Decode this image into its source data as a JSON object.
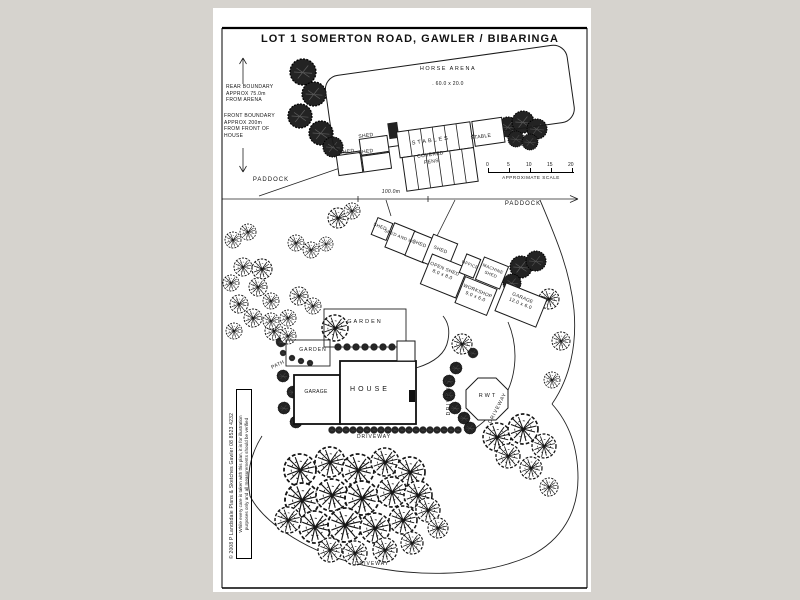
{
  "colors": {
    "surround": "#d6d3ce",
    "paper": "#ffffff",
    "ink": "#000000"
  },
  "title": "LOT 1 SOMERTON ROAD, GAWLER / BIBARINGA",
  "top_section": {
    "arena_label": "HORSE ARENA",
    "arena_dims": ". 60.0 x 20.0",
    "rear_boundary_note": "REAR BOUNDARY\nAPPROX 75.0m\nFROM ARENA",
    "front_boundary_note": "FRONT BOUNDARY\nAPPROX 200m\nFROM FRONT OF\nHOUSE",
    "paddock_left": "PADDOCK",
    "paddock_right": "PADDOCK",
    "boundary_dim": "100.0m",
    "buildings": {
      "shed1": "SHED",
      "shed2": "SHED",
      "shed3": "SHED",
      "stables": "STABLES",
      "stable": "STABLE",
      "covered_pens": "COVERED\nPENS"
    },
    "scalebar": {
      "ticks": [
        "0",
        "5",
        "10",
        "15",
        "20"
      ],
      "label": "APPROXIMATE SCALE"
    }
  },
  "homestead": {
    "buildings": {
      "shed_small": "SHED",
      "shed_wc": "SHED AND WC",
      "shed_a": "SHED",
      "shed_b": "SHED",
      "open_shed": "OPEN SHED\n8.0 x 8.0",
      "office": "OFFICE",
      "machine_shed": "MACHINE\nSHED",
      "workshop": "WORKSHOP\n9.0 x 6.0",
      "garage": "GARAGE\n12.0 x 6.0"
    },
    "garden_upper": "GARDEN",
    "garden_lower": "GARDEN",
    "path": "PATH",
    "house": "HOUSE",
    "attached_garage": "GARAGE",
    "rwt": "RWT",
    "driveway": "DRIVEWAY"
  },
  "footer": {
    "copyright": "© 2008 P Landsdale Plans & Sketches Gawler 08 8523 4232",
    "disclaimer_line1": "While every care is taken with this plan, it is for illustration",
    "disclaimer_line2": "purposes only and all measurements should be verified"
  }
}
